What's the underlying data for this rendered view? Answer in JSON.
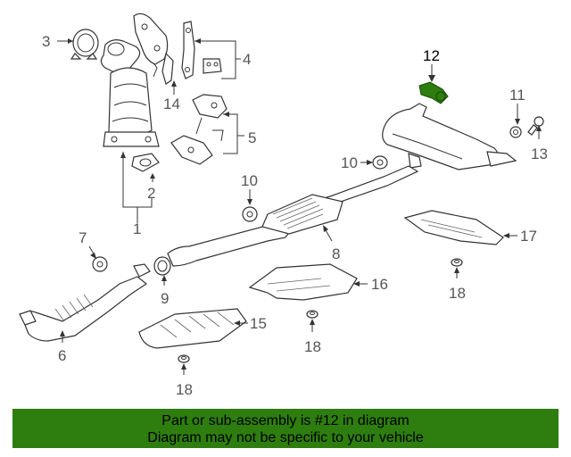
{
  "callouts": {
    "c1": "1",
    "c2": "2",
    "c3": "3",
    "c4": "4",
    "c5": "5",
    "c6": "6",
    "c7": "7",
    "c8": "8",
    "c9": "9",
    "c10": "10",
    "c11": "11",
    "c12": "12",
    "c13": "13",
    "c14": "14",
    "c15": "15",
    "c16": "16",
    "c17": "17",
    "c18a": "18",
    "c18b": "18",
    "c18c": "18"
  },
  "highlight_color": "#2e7d0f",
  "banner": {
    "line1": "Part or sub-assembly is #12 in diagram",
    "line2": "Diagram may not be specific to your vehicle"
  }
}
